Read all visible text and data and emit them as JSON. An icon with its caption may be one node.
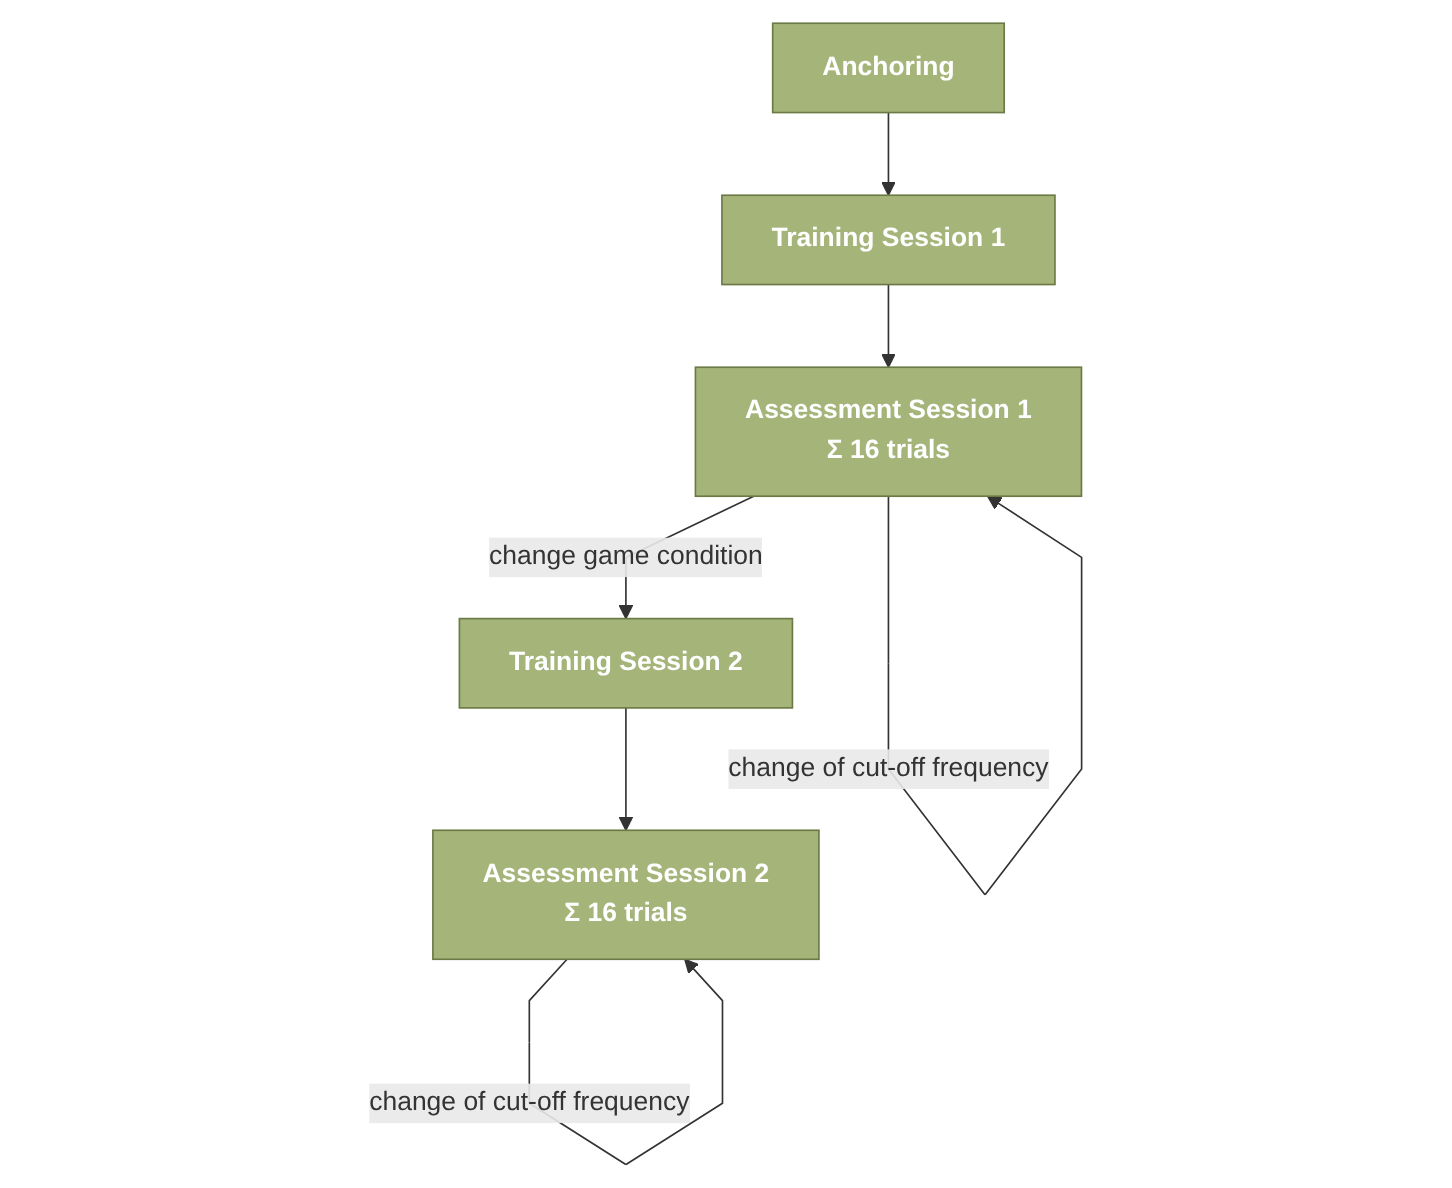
{
  "diagram": {
    "nodes": [
      {
        "text": [
          "Anchoring"
        ]
      },
      {
        "text": [
          "Training Session 1"
        ]
      },
      {
        "text": [
          "Assessment Session 1",
          "Σ 16 trials"
        ]
      },
      {
        "text": [
          "Training Session 2"
        ]
      },
      {
        "text": [
          "Assessment Session 2",
          "Σ 16 trials"
        ]
      }
    ],
    "edges": [
      {
        "from": 0,
        "to": 1,
        "arrow": "to"
      },
      {
        "from": 1,
        "to": 2,
        "arrow": "to"
      },
      {
        "from": 2,
        "to": 2,
        "arrow": "to",
        "label": "change of cut-off frequency"
      },
      {
        "from": 2,
        "to": 3,
        "arrow": "to",
        "label": "change game condition"
      },
      {
        "from": 3,
        "to": 4,
        "arrow": "to"
      },
      {
        "from": 4,
        "to": 4,
        "arrow": "to",
        "label": "change of cut-off frequency"
      }
    ]
  }
}
